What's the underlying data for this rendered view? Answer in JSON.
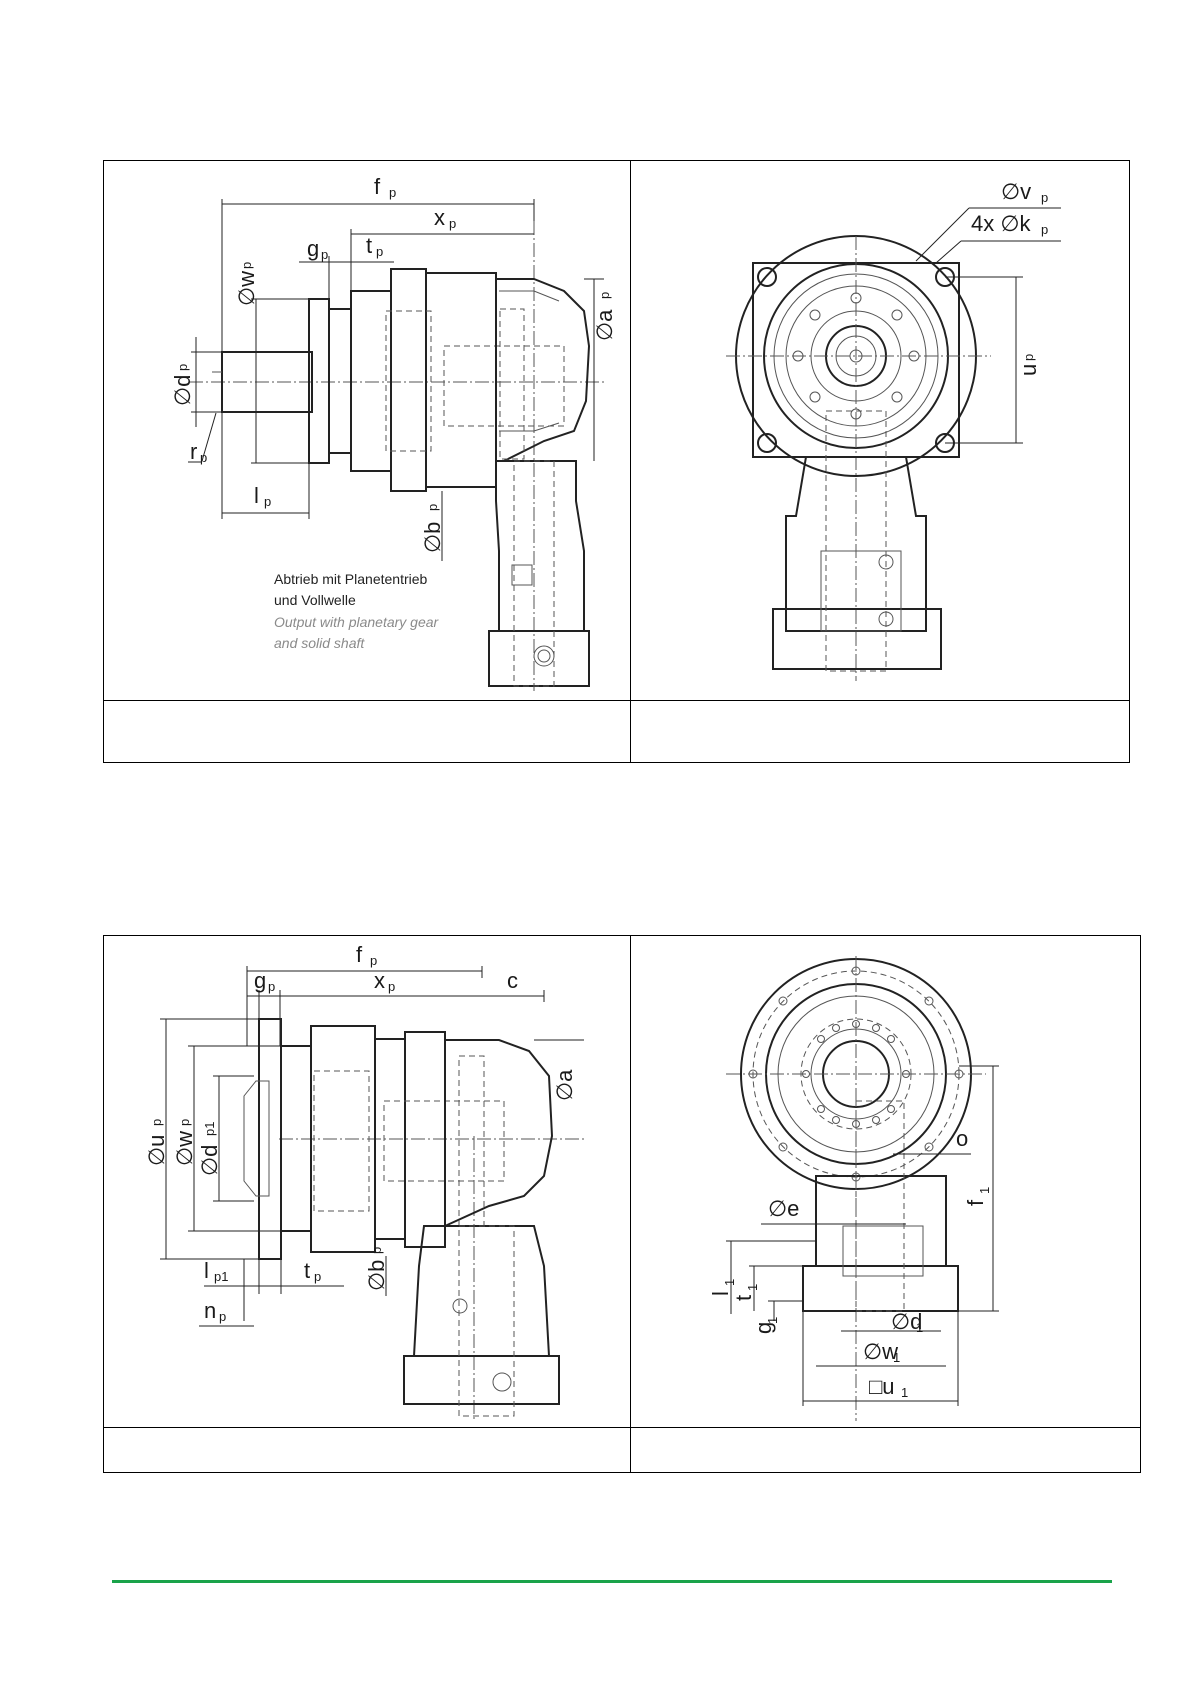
{
  "accent_color": "#1aa34a",
  "top_panel": {
    "caption_de_line1": "Abtrieb mit Planetentrieb",
    "caption_de_line2": "und Vollwelle",
    "caption_en_line1": "Output with planetary gear",
    "caption_en_line2": "and solid shaft",
    "side_labels": {
      "f": "f",
      "f_sub": "p",
      "x": "x",
      "x_sub": "p",
      "g": "g",
      "g_sub": "p",
      "t": "t",
      "t_sub": "p",
      "w": "∅w",
      "w_sub": "p",
      "d": "∅d",
      "d_sub": "p",
      "r": "r",
      "r_sub": "p",
      "l": "l",
      "l_sub": "p",
      "b": "∅b",
      "b_sub": "p",
      "a": "∅a",
      "a_sub": "p"
    },
    "front_labels": {
      "v": "∅v",
      "v_sub": "p",
      "k": "4x ∅k",
      "k_sub": "p",
      "u": "u",
      "u_sub": "p"
    }
  },
  "bottom_panel": {
    "side_labels": {
      "f": "f",
      "f_sub": "p",
      "g": "g",
      "g_sub": "p",
      "x": "x",
      "x_sub": "p",
      "c": "c",
      "u": "∅u",
      "u_sub": "p",
      "w": "∅w",
      "w_sub": "p",
      "d": "∅d",
      "d_sub": "p1",
      "a": "∅a",
      "b": "∅b",
      "b_sub": "p",
      "l": "l",
      "l_sub": "p1",
      "t": "t",
      "t_sub": "p",
      "n": "n",
      "n_sub": "p"
    },
    "front_labels": {
      "o": "o",
      "f": "f",
      "f_sub": "1",
      "e": "∅e",
      "l": "l",
      "l_sub": "1",
      "t": "t",
      "t_sub": "1",
      "g": "g",
      "g_sub": "1",
      "d": "∅d",
      "d_sub": "1",
      "w": "∅w",
      "w_sub": "1",
      "u": "□u",
      "u_sub": "1"
    }
  }
}
